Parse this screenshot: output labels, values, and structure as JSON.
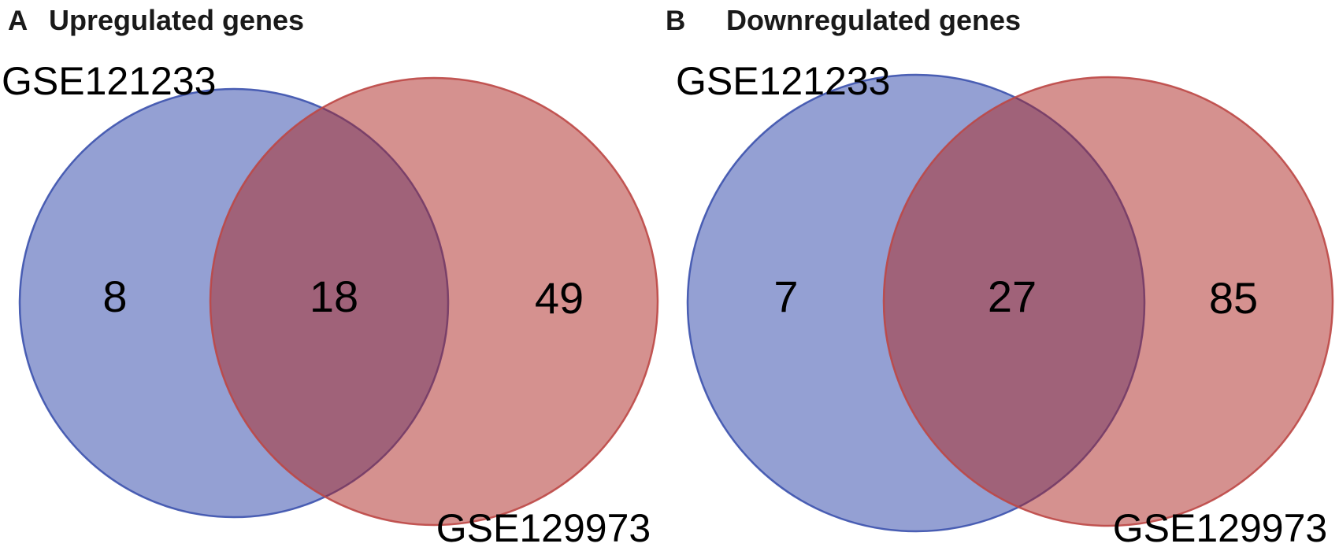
{
  "figure": {
    "background": "#ffffff",
    "colors": {
      "set1_fill": "#2941A7",
      "set1_stroke": "#3B51AD",
      "set2_fill": "#AB231F",
      "set2_stroke": "#BC4745",
      "fill_opacity": "0.5",
      "set1_region_observed": "#94A0D3",
      "set2_region_observed": "#D5918F",
      "overlap_region_observed": "#9F617A",
      "text_color": "#000000"
    },
    "panels": [
      {
        "tag": "A",
        "title": "Upregulated genes",
        "left_set": {
          "label": "GSE121233",
          "only_count": "8"
        },
        "right_set": {
          "label": "GSE129973",
          "only_count": "49"
        },
        "overlap_count": "18"
      },
      {
        "tag": "B",
        "title": "Downregulated genes",
        "left_set": {
          "label": "GSE121233",
          "only_count": "7"
        },
        "right_set": {
          "label": "GSE129973",
          "only_count": "85"
        },
        "overlap_count": "27"
      }
    ]
  },
  "chart_data": [
    {
      "type": "venn",
      "panel_label": "A",
      "title": "Upregulated genes",
      "sets": [
        "GSE121233",
        "GSE129973"
      ],
      "regions": [
        {
          "region": "GSE121233 only",
          "value": 8
        },
        {
          "region": "GSE121233 ∩ GSE129973",
          "value": 18
        },
        {
          "region": "GSE129973 only",
          "value": 49
        }
      ],
      "legend_position": "labels adjacent to circles",
      "left_circle_color": "blue (translucent)",
      "right_circle_color": "red (translucent)"
    },
    {
      "type": "venn",
      "panel_label": "B",
      "title": "Downregulated genes",
      "sets": [
        "GSE121233",
        "GSE129973"
      ],
      "regions": [
        {
          "region": "GSE121233 only",
          "value": 7
        },
        {
          "region": "GSE121233 ∩ GSE129973",
          "value": 27
        },
        {
          "region": "GSE129973 only",
          "value": 85
        }
      ],
      "legend_position": "labels adjacent to circles",
      "left_circle_color": "blue (translucent)",
      "right_circle_color": "red (translucent)"
    }
  ]
}
